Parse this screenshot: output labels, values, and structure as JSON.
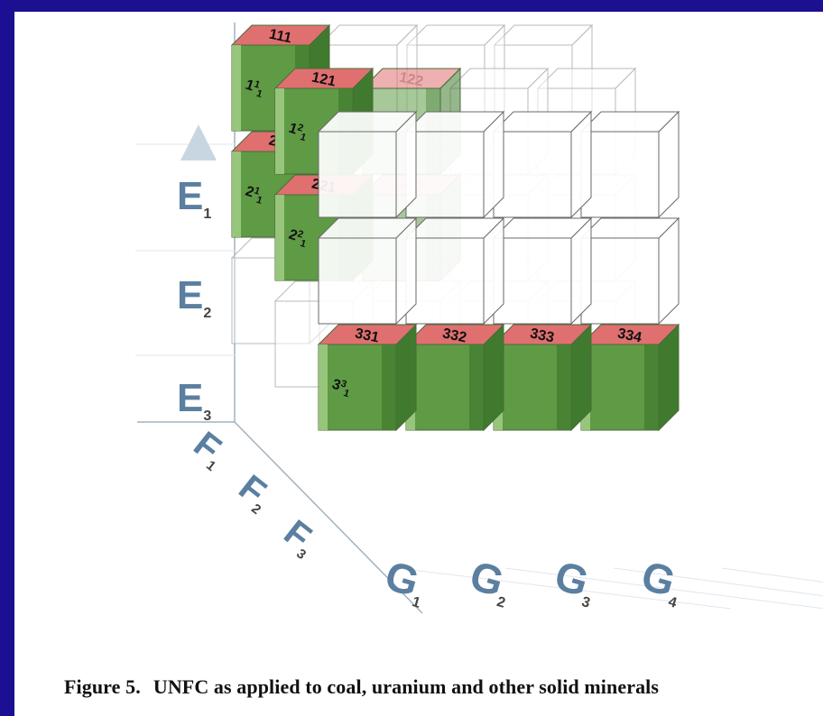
{
  "caption": {
    "figure_label": "Figure 5.",
    "text": "UNFC as applied to coal, uranium and other solid minerals"
  },
  "axes": {
    "e_labels": [
      {
        "letter": "E",
        "sub": "1"
      },
      {
        "letter": "E",
        "sub": "2"
      },
      {
        "letter": "E",
        "sub": "3"
      }
    ],
    "f_labels": [
      {
        "letter": "F",
        "sub": "1"
      },
      {
        "letter": "F",
        "sub": "2"
      },
      {
        "letter": "F",
        "sub": "3"
      }
    ],
    "g_labels": [
      {
        "letter": "G",
        "sub": "1"
      },
      {
        "letter": "G",
        "sub": "2"
      },
      {
        "letter": "G",
        "sub": "3"
      },
      {
        "letter": "G",
        "sub": "4"
      }
    ]
  },
  "cubes": [
    {
      "code": "111",
      "side_main": "1",
      "side_mid": "1",
      "side_sub": "1"
    },
    {
      "code": "121",
      "side_main": "1",
      "side_mid": "2",
      "side_sub": "1"
    },
    {
      "code": "122"
    },
    {
      "code": "211",
      "side_main": "2",
      "side_mid": "1",
      "side_sub": "1"
    },
    {
      "code": "221",
      "side_main": "2",
      "side_mid": "2",
      "side_sub": "1"
    },
    {
      "code": "222"
    },
    {
      "code": "331",
      "side_main": "3",
      "side_mid": "3",
      "side_sub": "1"
    },
    {
      "code": "332"
    },
    {
      "code": "333"
    },
    {
      "code": "334"
    }
  ],
  "colors": {
    "green_front": "#5f9a45",
    "green_dark": "#3f7a2e",
    "green_light": "#a6cf8a",
    "red_top": "#e07070",
    "red_dark": "#c93a3a",
    "outline": "#666666",
    "label_steel": "#5b7fa0"
  }
}
